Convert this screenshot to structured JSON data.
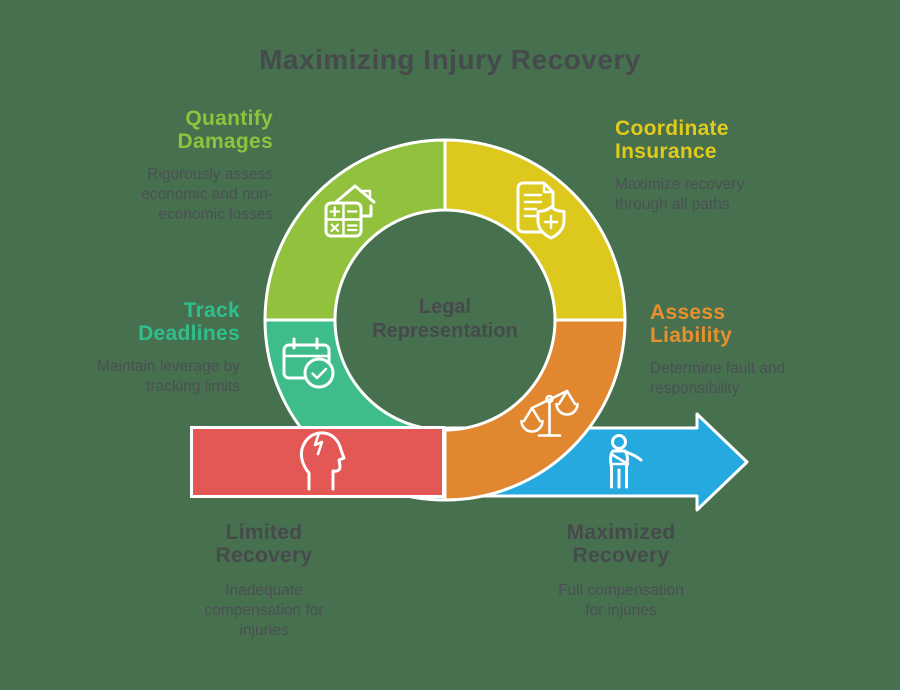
{
  "title": "Maximizing Injury Recovery",
  "center": {
    "label": "Legal Representation"
  },
  "sections": [
    {
      "id": "quantify",
      "heading": "Quantify Damages",
      "description": "Rigorously assess economic and non-economic losses",
      "color": "#8EC43D",
      "icon": "house-calculator-icon"
    },
    {
      "id": "coordinate",
      "heading": "Coordinate Insurance",
      "description": "Maximize recovery through all paths",
      "color": "#E2CA1C",
      "icon": "insurance-document-icon"
    },
    {
      "id": "track",
      "heading": "Track Deadlines",
      "description": "Maintain leverage by tracking limits",
      "color": "#2FBE8D",
      "icon": "calendar-check-icon"
    },
    {
      "id": "assess",
      "heading": "Assess Liability",
      "description": "Determine fault and responsibility",
      "color": "#E8912C",
      "icon": "scales-of-justice-icon"
    },
    {
      "id": "limited",
      "heading": "Limited Recovery",
      "description": "Inadequate compensation for injuries",
      "color": "#E35755",
      "icon": "injured-head-icon"
    },
    {
      "id": "maximized",
      "heading": "Maximized Recovery",
      "description": "Full compensation for injuries",
      "color": "#25A9DE",
      "icon": "person-arm-sling-icon"
    }
  ],
  "palette": {
    "background": "#47704F",
    "quadrant_green": "#91C13D",
    "quadrant_yellow": "#DDC81D",
    "quadrant_teal": "#3EBD8B",
    "quadrant_orange": "#E0872F",
    "bar_red": "#E35755",
    "arrow_blue": "#25A9DE",
    "outline_white": "#FFFFFF",
    "text_dark": "#464A4D",
    "text_body": "#4A5054"
  }
}
